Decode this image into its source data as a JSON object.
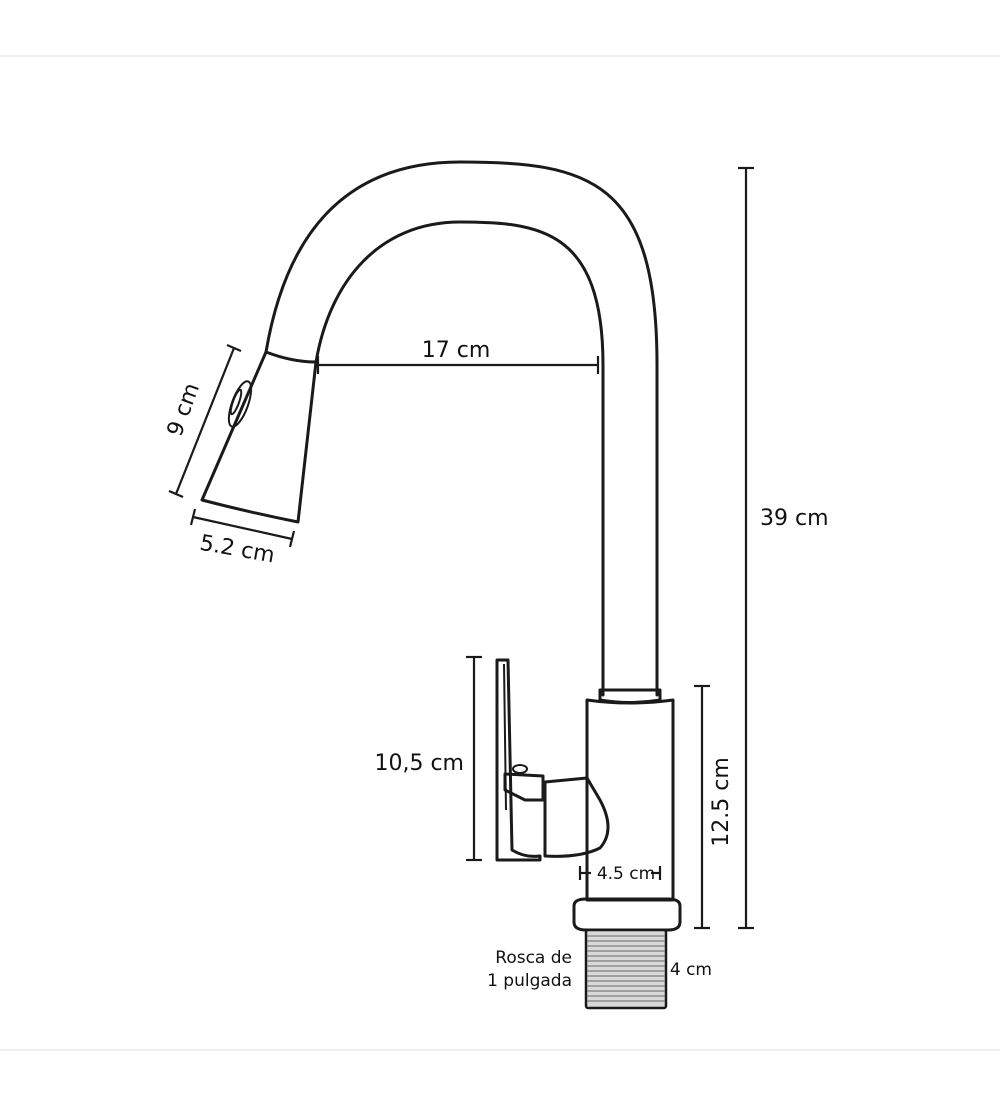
{
  "dimensions": {
    "height_total": "39 cm",
    "spout_reach": "17 cm",
    "head_length": "9 cm",
    "head_width": "5.2 cm",
    "handle_height": "10,5 cm",
    "body_height": "12.5 cm",
    "body_width": "4.5 cm",
    "thread_length": "4 cm"
  },
  "thread": {
    "line1": "Rosca de",
    "line2": "1 pulgada"
  },
  "colors": {
    "stroke": "#1a1a1a",
    "thread_fill": "#d9d9d9",
    "background": "#ffffff"
  }
}
